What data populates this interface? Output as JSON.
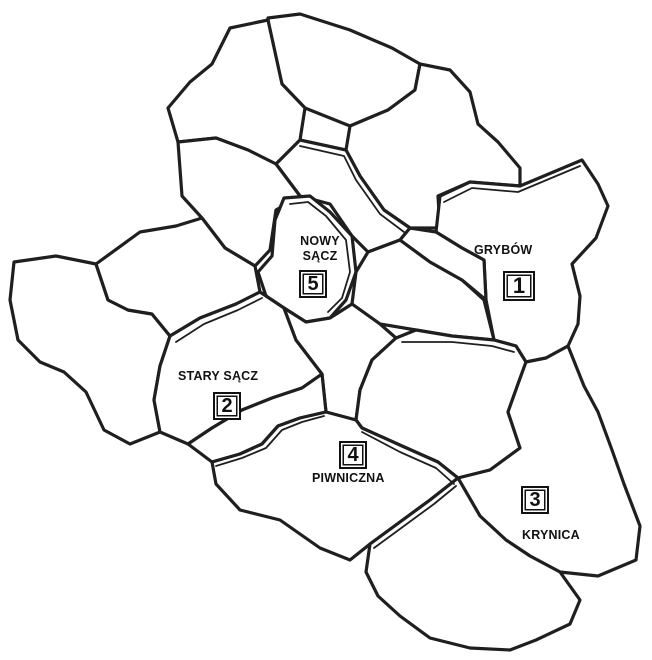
{
  "map": {
    "regions": [
      {
        "id": "grybow",
        "name": "GRYBÓW",
        "number": "1"
      },
      {
        "id": "stary-sacz",
        "name": "STARY SĄCZ",
        "number": "2"
      },
      {
        "id": "krynica",
        "name": "KRYNICA",
        "number": "3"
      },
      {
        "id": "piwniczna",
        "name": "PIWNICZNA",
        "number": "4"
      },
      {
        "id": "nowy-sacz",
        "name_line1": "NOWY",
        "name_line2": "SĄCZ",
        "number": "5"
      }
    ],
    "colors": {
      "background": "#ffffff",
      "line": "#1f1f1f",
      "text": "#111111"
    }
  }
}
